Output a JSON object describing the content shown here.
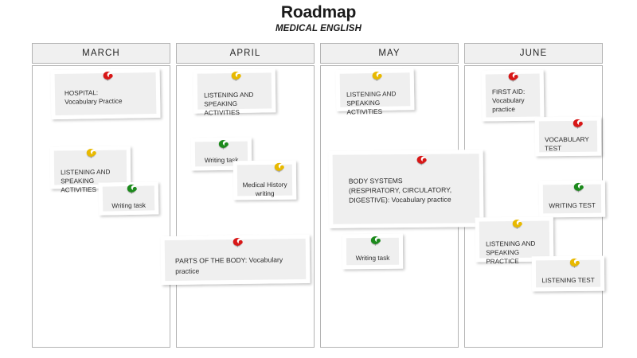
{
  "header": {
    "title": "Roadmap",
    "subtitle": "MEDICAL ENGLISH"
  },
  "columns": [
    {
      "id": "march",
      "label": "MARCH"
    },
    {
      "id": "april",
      "label": "APRIL"
    },
    {
      "id": "may",
      "label": "MAY"
    },
    {
      "id": "june",
      "label": "JUNE"
    }
  ],
  "legend_colors": {
    "red": "#d81717",
    "green": "#1c8a1c",
    "yellow": "#e8b900"
  },
  "cards": [
    {
      "id": "march-hospital",
      "column": "march",
      "pin": "red",
      "text": "HOSPITAL:\nVocabulary  Practice"
    },
    {
      "id": "march-listening",
      "column": "march",
      "pin": "yellow",
      "text": "LISTENING AND\nSPEAKING ACTIVITIES"
    },
    {
      "id": "march-writing-task",
      "column": "march",
      "pin": "green",
      "text": "Writing task"
    },
    {
      "id": "april-listening",
      "column": "april",
      "pin": "yellow",
      "text": "LISTENING AND\nSPEAKING ACTIVITIES"
    },
    {
      "id": "april-writing-task",
      "column": "april",
      "pin": "green",
      "text": "Writing task"
    },
    {
      "id": "april-medical-history",
      "column": "april",
      "pin": "yellow",
      "text": "Medical History\nwriting"
    },
    {
      "id": "april-parts-of-body",
      "column": "april",
      "pin": "red",
      "text": "PARTS OF THE BODY: Vocabulary\npractice"
    },
    {
      "id": "may-listening",
      "column": "may",
      "pin": "yellow",
      "text": "LISTENING AND\nSPEAKING ACTIVITIES"
    },
    {
      "id": "may-body-systems",
      "column": "may",
      "pin": "red",
      "text": "BODY SYSTEMS\n(RESPIRATORY, CIRCULATORY,\nDIGESTIVE): Vocabulary practice"
    },
    {
      "id": "may-writing-task",
      "column": "may",
      "pin": "green",
      "text": "Writing task"
    },
    {
      "id": "june-first-aid",
      "column": "june",
      "pin": "red",
      "text": "FIRST AID:\nVocabulary\npractice"
    },
    {
      "id": "june-vocabulary-test",
      "column": "june",
      "pin": "red",
      "text": "VOCABULARY\nTEST"
    },
    {
      "id": "june-writing-test",
      "column": "june",
      "pin": "green",
      "text": "WRITING TEST"
    },
    {
      "id": "june-listening-speaking-practice",
      "column": "june",
      "pin": "yellow",
      "text": "LISTENING AND\nSPEAKING PRACTICE"
    },
    {
      "id": "june-listening-test",
      "column": "june",
      "pin": "yellow",
      "text": "LISTENING TEST"
    }
  ]
}
